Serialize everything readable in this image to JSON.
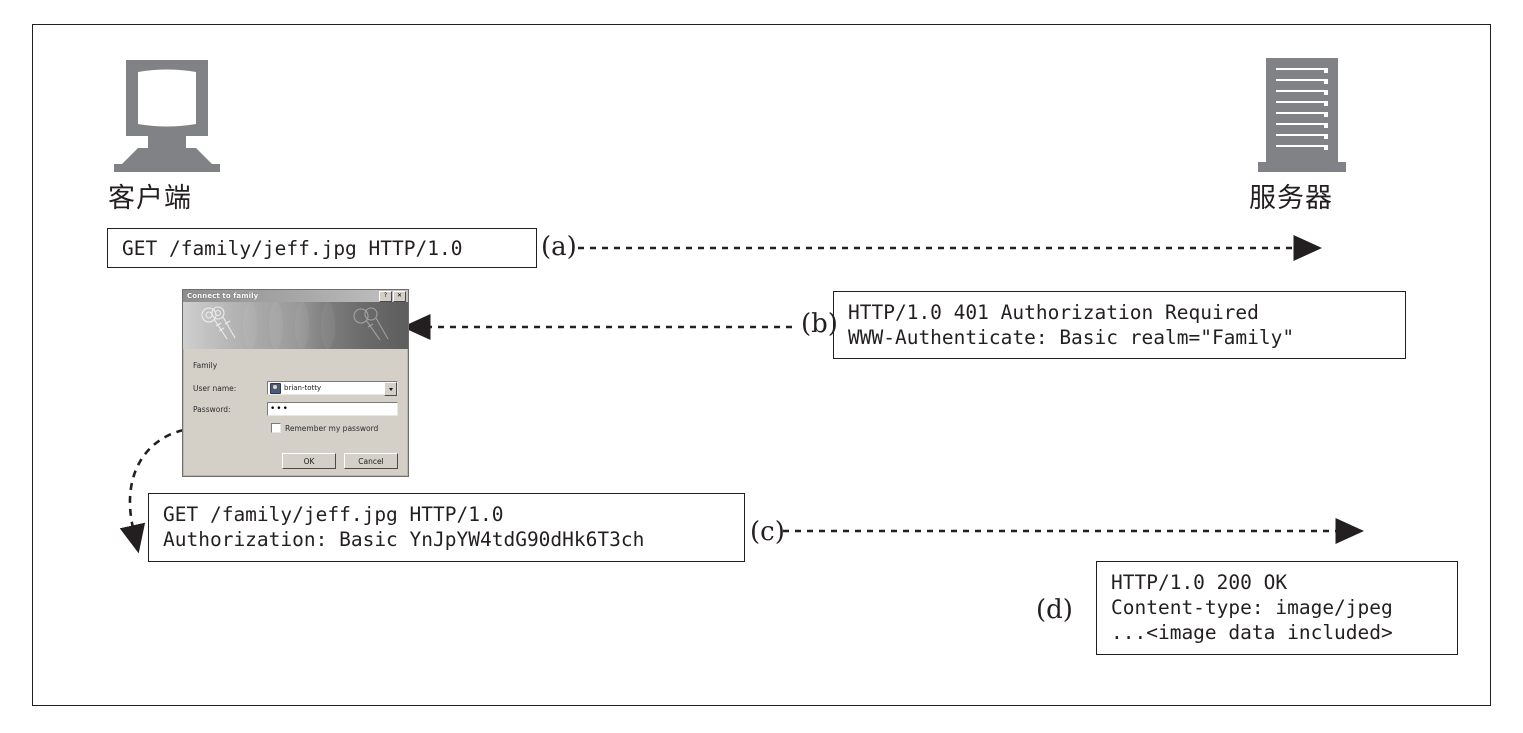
{
  "diagram": {
    "client_label": "客户端",
    "server_label": "服务器",
    "client_icon": "desktop-computer-icon",
    "server_icon": "server-rack-icon"
  },
  "steps": {
    "a": "(a)",
    "b": "(b)",
    "c": "(c)",
    "d": "(d)"
  },
  "messages": {
    "a": "GET /family/jeff.jpg HTTP/1.0",
    "b": "HTTP/1.0 401 Authorization Required\nWWW-Authenticate: Basic realm=\"Family\"",
    "c": "GET /family/jeff.jpg HTTP/1.0\nAuthorization: Basic YnJpYW4tdG90dHk6T3ch",
    "d": "HTTP/1.0 200 OK\nContent-type: image/jpeg\n...<image data included>"
  },
  "auth_dialog": {
    "title": "Connect to family",
    "help_button": "?",
    "close_button": "✕",
    "banner_icon": "keys-icon",
    "realm_label": "Family",
    "username_label": "User name:",
    "username_value": "brian-totty",
    "username_avatar": "user-avatar-icon",
    "password_label": "Password:",
    "password_value": "•••",
    "remember_label": "Remember my password",
    "remember_checked": false,
    "ok_button": "OK",
    "cancel_button": "Cancel"
  },
  "colors": {
    "ink": "#231f20",
    "icon_gray": "#808285",
    "dialog_face": "#d4d0c8"
  }
}
